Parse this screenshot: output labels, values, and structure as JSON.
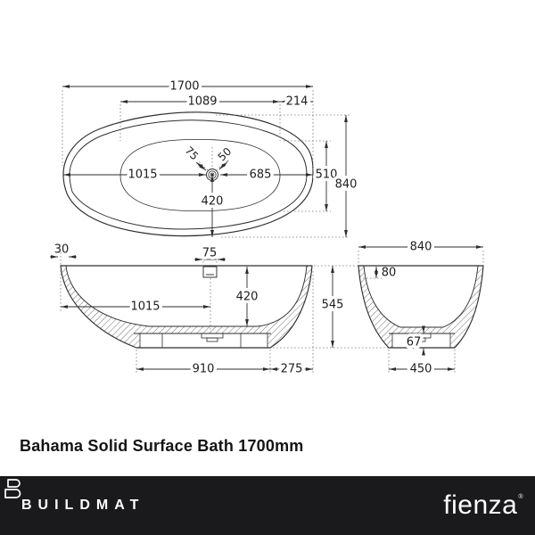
{
  "title": "Bahama Solid Surface Bath 1700mm",
  "colors": {
    "line": "#2d2d2d",
    "dim_text": "#1d1d1d",
    "footer_bg": "#1a1a1c",
    "footer_text": "#ffffff"
  },
  "dims": {
    "top": {
      "overall_length": "1700",
      "floor_length": "1089",
      "right_end": "214",
      "floor_width": "510",
      "overall_width": "840",
      "waste_from_left": "1015",
      "waste_from_right": "685",
      "waste_to_edge": "420",
      "waste_diag_left": "75",
      "waste_diag_right": "50"
    },
    "side": {
      "rim_offset": "30",
      "waste_top_width": "75",
      "inner_depth": "420",
      "waste_from_left": "1015",
      "overall_height": "545",
      "base_length": "910",
      "base_to_end": "275"
    },
    "end": {
      "overall_width": "840",
      "rim_depth": "80",
      "base_height": "67",
      "base_width": "450"
    }
  },
  "footer": {
    "brand_left": "BUILDMAT",
    "brand_right": "fienza",
    "registered_mark": "®",
    "logo_icon": "buildmat-b-ribbon"
  }
}
